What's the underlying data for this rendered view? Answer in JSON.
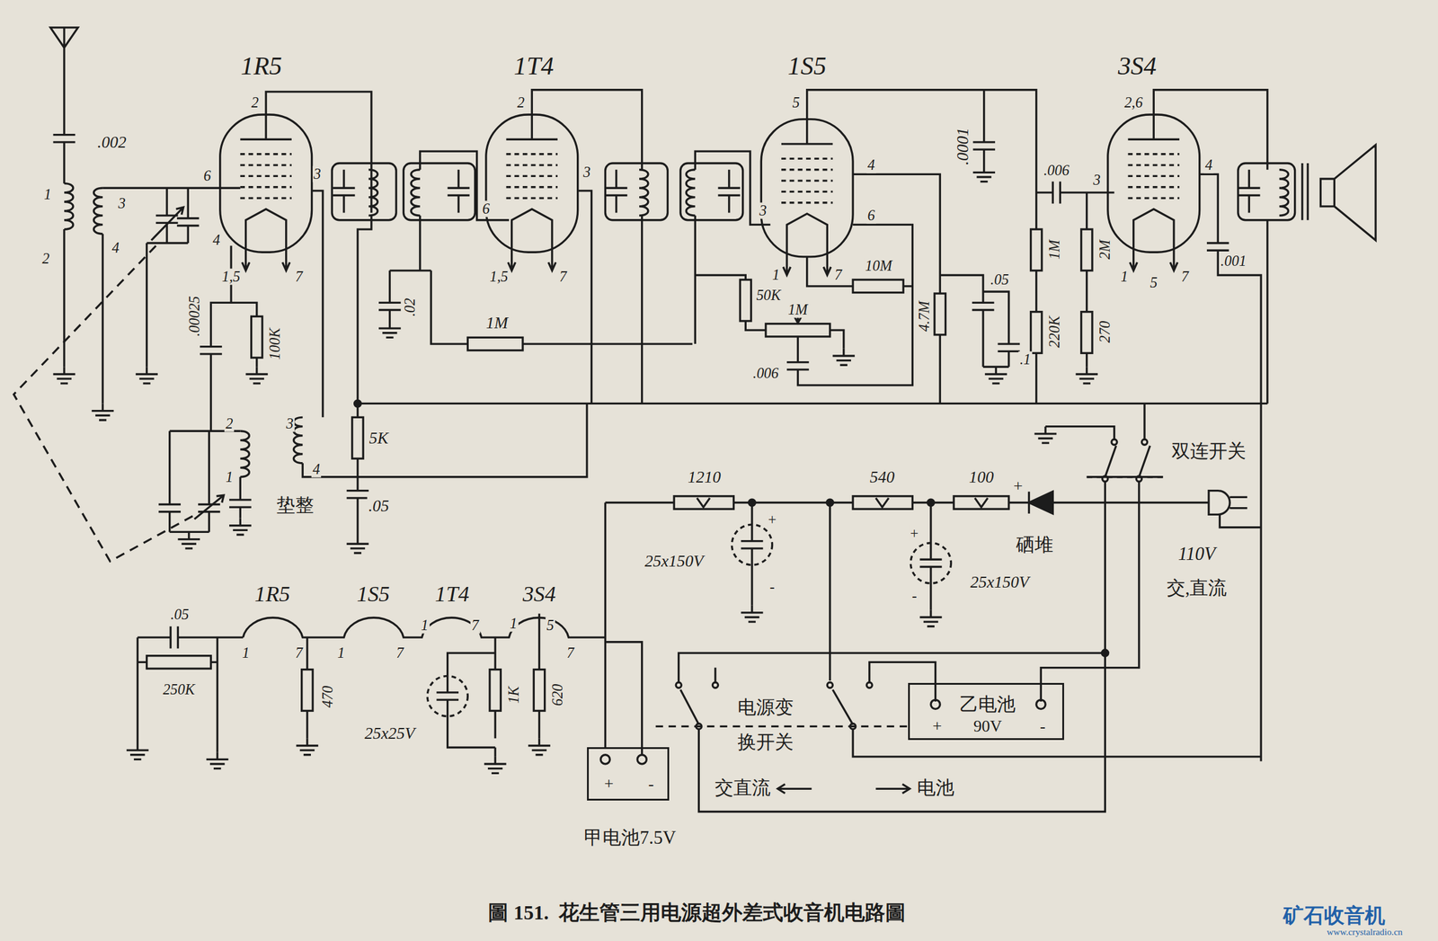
{
  "diagram": {
    "caption": "圖 151.  花生管三用电源超外差式收音机电路圖",
    "nodes": [
      {
        "text": [
          "+",
          "-",
          "甲电池7.5V"
        ]
      },
      {
        "text": [
          "乙电池",
          "+",
          "90V",
          "-"
        ]
      }
    ],
    "labels": [
      "1R5",
      "1T4",
      "1S5",
      "3S4",
      ".002",
      "1",
      "2",
      "3",
      "4",
      "2",
      "6",
      "3",
      "4",
      "1,5",
      "7",
      ".00025",
      "100K",
      "3",
      "4",
      "2",
      "1",
      "垫整",
      "5K",
      ".05",
      "2",
      "3",
      "6",
      "1,5",
      "7",
      ".02",
      "1M",
      "5",
      "4",
      "3",
      "6",
      "1",
      "7",
      ".0001",
      "50K",
      "1M",
      "10M",
      ".006",
      "4.7M",
      ".05",
      ".1",
      "1M",
      "220K",
      "2M",
      "270",
      ".006",
      "3",
      "4",
      "2,6",
      "1",
      "5",
      "7",
      ".001",
      "双连开关",
      "1210",
      "540",
      "100",
      "+",
      "-",
      "25x150V",
      "+",
      "-",
      "25x150V",
      "+",
      "硒堆",
      "110V",
      "交,直流",
      "1R5",
      "1S5",
      "1T4",
      "3S4",
      "1",
      "7",
      "1",
      "7",
      "1",
      "7",
      "1",
      "5",
      "7",
      ".05",
      "250K",
      "470",
      "25x25V",
      "1K",
      "620",
      "电源变",
      "换开关",
      "交直流",
      "电池",
      "矿石收音机",
      "www.crystalradio.cn"
    ]
  }
}
